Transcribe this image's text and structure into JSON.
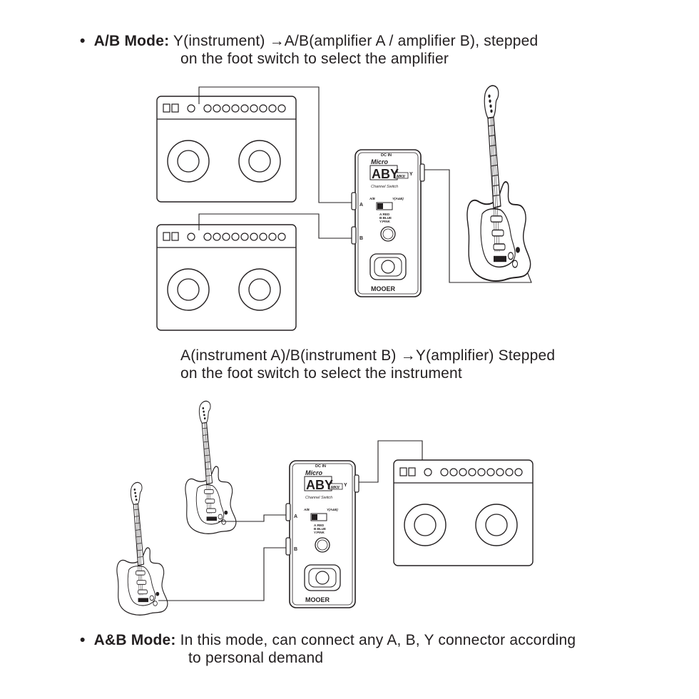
{
  "sections": {
    "ab_mode": {
      "bullet": "•",
      "title": "A/B Mode:",
      "line1": "Y(instrument) →A/B(amplifier A / amplifier B), stepped",
      "line2": "on the foot switch to select the amplifier"
    },
    "ab_mode_reverse": {
      "line1": "A(instrument A)/B(instrument B) →Y(amplifier) Stepped",
      "line2": "on the foot switch to select the instrument"
    },
    "aandb_mode": {
      "bullet": "•",
      "title": "A&B Mode:",
      "line1": "In this mode, can connect any A, B, Y connector according",
      "line2": "to personal demand"
    }
  },
  "pedal": {
    "dc_in": "DC IN",
    "micro": "Micro",
    "model": "ABY",
    "mk": "MKII",
    "subtitle": "Channel Switch",
    "switch_left": "A/B",
    "switch_right": "Y(A&B)",
    "led_a": "A:RED",
    "led_b": "B:BLUE",
    "led_y": "Y:PINK",
    "brand": "MOOER",
    "port_a": "A",
    "port_b": "B",
    "port_y": "Y"
  }
}
